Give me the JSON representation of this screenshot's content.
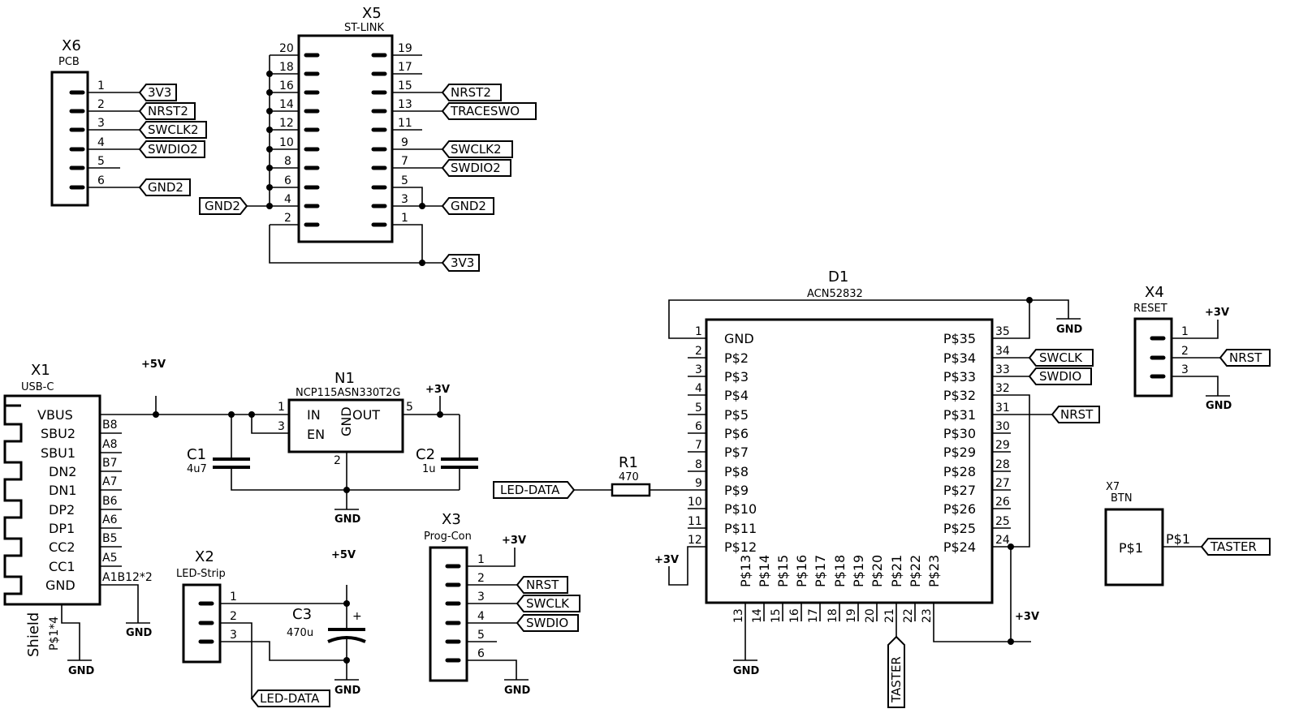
{
  "x6": {
    "ref": "X6",
    "value": "PCB",
    "pins": [
      "1",
      "2",
      "3",
      "4",
      "5",
      "6"
    ],
    "nets": [
      "3V3",
      "NRST2",
      "SWCLK2",
      "SWDIO2",
      "GND2"
    ]
  },
  "x5": {
    "ref": "X5",
    "value": "ST-LINK",
    "left_pins": [
      "20",
      "18",
      "16",
      "14",
      "12",
      "10",
      "8",
      "6",
      "4",
      "2"
    ],
    "right_pins": [
      "19",
      "17",
      "15",
      "13",
      "11",
      "9",
      "7",
      "5",
      "3",
      "1"
    ],
    "nets": [
      "NRST2",
      "TRACESWO",
      "SWCLK2",
      "SWDIO2",
      "GND2",
      "GND2",
      "3V3"
    ]
  },
  "x1": {
    "ref": "X1",
    "value": "USB-C",
    "pins": [
      "VBUS",
      "SBU2",
      "SBU1",
      "DN2",
      "DN1",
      "DP2",
      "DP1",
      "CC2",
      "CC1",
      "GND"
    ],
    "pads": [
      "B8",
      "A8",
      "B7",
      "A7",
      "B6",
      "A6",
      "B5",
      "A5",
      "A1B12*2"
    ],
    "shield": "Shield",
    "shield_pad": "P$1*4"
  },
  "n1": {
    "ref": "N1",
    "value": "NCP115ASN330T2G",
    "in": "IN",
    "en": "EN",
    "gnd": "GND",
    "out": "OUT",
    "pins": [
      "1",
      "3",
      "2",
      "5"
    ]
  },
  "c1": {
    "ref": "C1",
    "value": "4u7"
  },
  "c2": {
    "ref": "C2",
    "value": "1u"
  },
  "c3": {
    "ref": "C3",
    "value": "470u",
    "plus": "+"
  },
  "x2": {
    "ref": "X2",
    "value": "LED-Strip",
    "pins": [
      "1",
      "2",
      "3"
    ],
    "net": "LED-DATA"
  },
  "x3": {
    "ref": "X3",
    "value": "Prog-Con",
    "pins": [
      "1",
      "2",
      "3",
      "4",
      "5",
      "6"
    ],
    "nets": [
      "NRST",
      "SWCLK",
      "SWDIO"
    ]
  },
  "r1": {
    "ref": "R1",
    "value": "470",
    "net": "LED-DATA"
  },
  "d1": {
    "ref": "D1",
    "value": "ACN52832",
    "left_pins": [
      "1",
      "2",
      "3",
      "4",
      "5",
      "6",
      "7",
      "8",
      "9",
      "10",
      "11",
      "12"
    ],
    "left_labels": [
      "GND",
      "P$2",
      "P$3",
      "P$4",
      "P$5",
      "P$6",
      "P$7",
      "P$8",
      "P$9",
      "P$10",
      "P$11",
      "P$12"
    ],
    "right_pins": [
      "35",
      "34",
      "33",
      "32",
      "31",
      "30",
      "29",
      "28",
      "27",
      "26",
      "25",
      "24"
    ],
    "right_labels": [
      "P$35",
      "P$34",
      "P$33",
      "P$32",
      "P$31",
      "P$30",
      "P$29",
      "P$28",
      "P$27",
      "P$26",
      "P$25",
      "P$24"
    ],
    "bottom_pins": [
      "13",
      "14",
      "15",
      "16",
      "17",
      "18",
      "19",
      "20",
      "21",
      "22",
      "23"
    ],
    "bottom_labels": [
      "P$13",
      "P$14",
      "P$15",
      "P$16",
      "P$17",
      "P$18",
      "P$19",
      "P$20",
      "P$21",
      "P$22",
      "P$23"
    ],
    "nets": [
      "SWCLK",
      "SWDIO",
      "NRST",
      "TASTER"
    ]
  },
  "x4": {
    "ref": "X4",
    "value": "RESET",
    "pins": [
      "1",
      "2",
      "3"
    ],
    "net": "NRST"
  },
  "x7": {
    "ref": "X7",
    "value": "BTN",
    "pad": "P$1",
    "net": "TASTER"
  },
  "power": {
    "p5v": "+5V",
    "p3v": "+3V",
    "gnd": "GND"
  }
}
